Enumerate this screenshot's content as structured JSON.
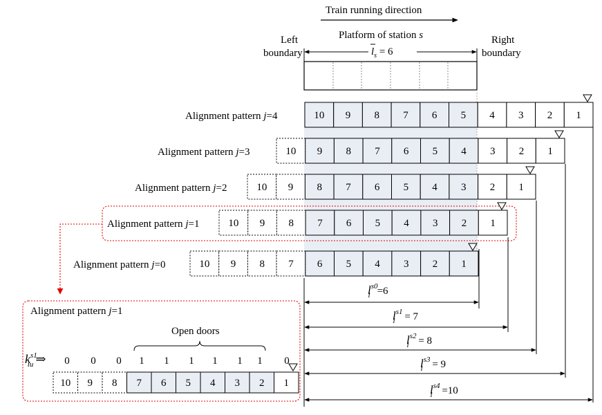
{
  "diagram": {
    "direction_label": "Train running direction",
    "platform_title": "Platform of station ",
    "platform_title_var": "s",
    "left_boundary": [
      "Left",
      "boundary"
    ],
    "right_boundary": [
      "Right",
      "boundary"
    ],
    "platform_length": {
      "var": "l",
      "sub": "s",
      "eq": " = 6"
    },
    "patterns": [
      {
        "prefix": "Alignment pattern ",
        "var": "j",
        "eq": "=4",
        "cars": [
          "10",
          "9",
          "8",
          "7",
          "6",
          "5",
          "4",
          "3",
          "2",
          "1"
        ]
      },
      {
        "prefix": "Alignment pattern ",
        "var": "j",
        "eq": "=3",
        "cars": [
          "10",
          "9",
          "8",
          "7",
          "6",
          "5",
          "4",
          "3",
          "2",
          "1"
        ]
      },
      {
        "prefix": "Alignment pattern ",
        "var": "j",
        "eq": "=2",
        "cars": [
          "10",
          "9",
          "8",
          "7",
          "6",
          "5",
          "4",
          "3",
          "2",
          "1"
        ]
      },
      {
        "prefix": "Alignment pattern ",
        "var": "j",
        "eq": "=1",
        "cars": [
          "10",
          "9",
          "8",
          "7",
          "6",
          "5",
          "4",
          "3",
          "2",
          "1"
        ]
      },
      {
        "prefix": "Alignment pattern ",
        "var": "j",
        "eq": "=0",
        "cars": [
          "10",
          "9",
          "8",
          "7",
          "6",
          "5",
          "4",
          "3",
          "2",
          "1"
        ]
      }
    ],
    "lengths": [
      {
        "var": "l",
        "sub": "i",
        "sup": "s0",
        "eq": "=6"
      },
      {
        "var": "l",
        "sub": "i",
        "sup": "s1",
        "eq": " = 7"
      },
      {
        "var": "l",
        "sub": "i",
        "sup": "s2",
        "eq": " = 8"
      },
      {
        "var": "l",
        "sub": "i",
        "sup": "s3",
        "eq": " = 9"
      },
      {
        "var": "l",
        "sub": "i",
        "sup": "s4",
        "eq": " =10"
      }
    ],
    "detail": {
      "title_prefix": "Alignment pattern ",
      "title_var": "j",
      "title_eq": "=1",
      "open_doors_label": "Open doors",
      "k_var": "k",
      "k_sub": "iu",
      "k_sup": "s1",
      "arrow": "⇒",
      "door_values": [
        "0",
        "0",
        "0",
        "1",
        "1",
        "1",
        "1",
        "1",
        "1",
        "0"
      ],
      "cars": [
        "10",
        "9",
        "8",
        "7",
        "6",
        "5",
        "4",
        "3",
        "2",
        "1"
      ]
    }
  }
}
